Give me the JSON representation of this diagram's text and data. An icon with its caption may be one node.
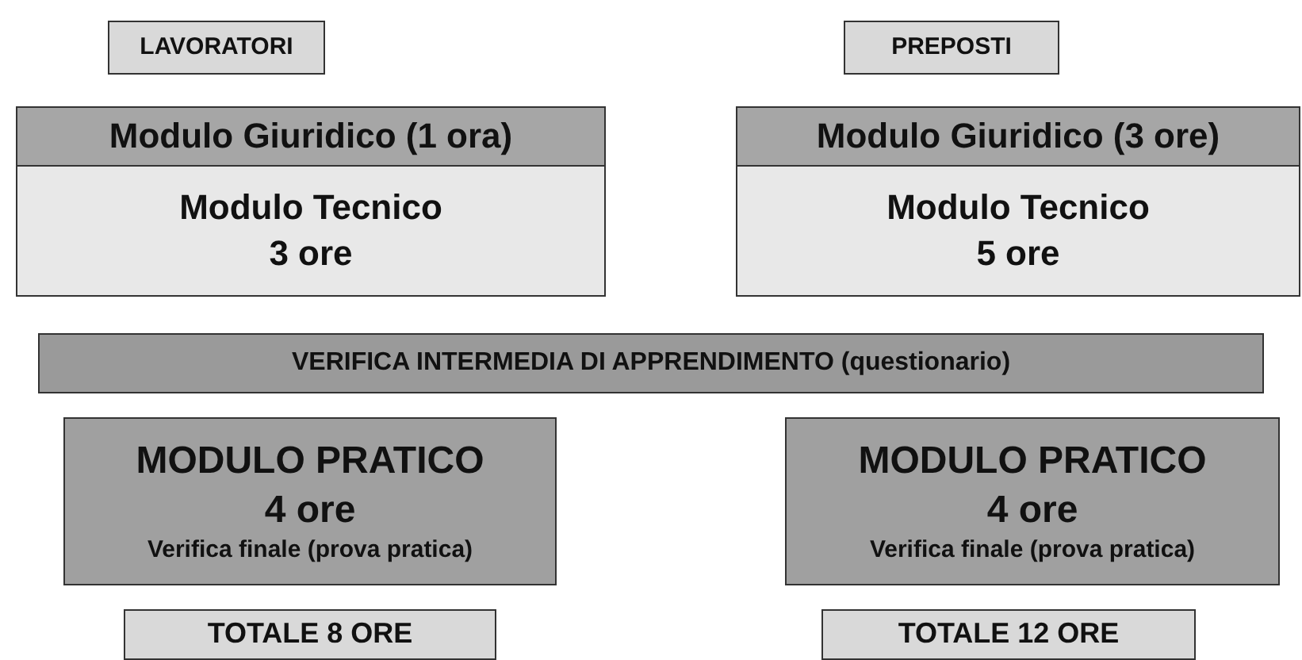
{
  "diagram": {
    "nodes": [
      {
        "text": [
          "LAVORATORI"
        ]
      },
      {
        "text": [
          "PREPOSTI"
        ]
      },
      {
        "text": [
          "Modulo Giuridico (1 ora)"
        ]
      },
      {
        "text": [
          "Modulo Tecnico 3 ore"
        ]
      },
      {
        "text": [
          "Modulo Giuridico (3 ore)"
        ]
      },
      {
        "text": [
          "Modulo Tecnico 5 ore"
        ]
      },
      {
        "text": [
          "VERIFICA INTERMEDIA DI APPRENDIMENTO (questionario)"
        ]
      },
      {
        "text": [
          "MODULO PRATICO 4 ore",
          "Verifica finale (prova pratica)"
        ]
      },
      {
        "text": [
          "MODULO PRATICO 4 ore",
          "Verifica finale (prova pratica)"
        ]
      },
      {
        "text": [
          "TOTALE 8 ORE"
        ]
      },
      {
        "text": [
          "TOTALE 12 ORE"
        ]
      }
    ],
    "edges": []
  }
}
